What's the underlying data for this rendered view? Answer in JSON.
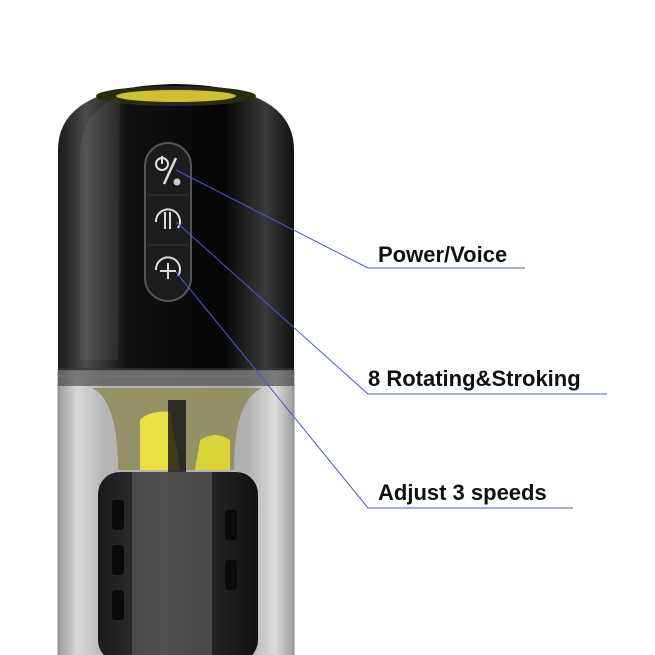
{
  "product": {
    "name": "device-illustration",
    "accent_color": "#d6cf2a",
    "body_color": "#0d0d0d",
    "shell_color": "#c9c9c9"
  },
  "buttons": [
    {
      "icon": "power-voice-icon",
      "glyph": "⏻/🔈"
    },
    {
      "icon": "rotate-stroke-icon",
      "glyph": "⟲"
    },
    {
      "icon": "plus-speed-icon",
      "glyph": "⊕"
    }
  ],
  "callouts": [
    {
      "label": "Power/Voice",
      "line_color": "#4a58c8"
    },
    {
      "label": "8 Rotating&Stroking",
      "line_color": "#4a58c8"
    },
    {
      "label": "Adjust 3 speeds",
      "line_color": "#4a58c8"
    }
  ]
}
